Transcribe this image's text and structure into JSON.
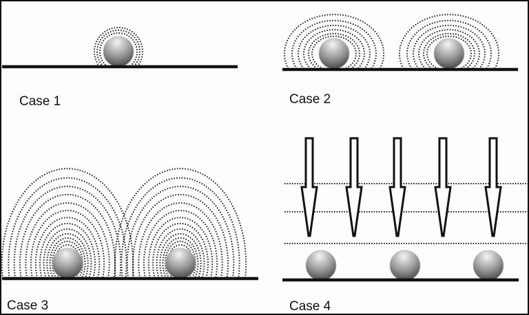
{
  "panels": [
    {
      "label": "Case 1"
    },
    {
      "label": "Case 2"
    },
    {
      "label": "Case 3"
    },
    {
      "label": "Case 4"
    }
  ],
  "colors": {
    "line": "#111111",
    "dots": "#222222",
    "ball_light": "#f2f2f2",
    "ball_dark": "#3a3a3a"
  }
}
